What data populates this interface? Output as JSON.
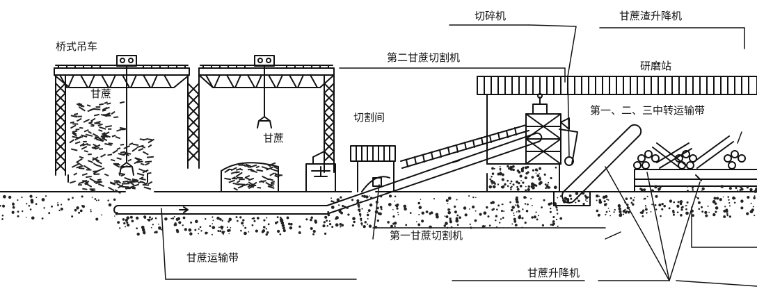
{
  "colors": {
    "ink": "#111111",
    "background": "#ffffff",
    "hatch": "#222222"
  },
  "labels": {
    "bridge_crane": "桥式吊车",
    "sugarcane_left": "甘蔗",
    "sugarcane_middle": "甘蔗",
    "cutting_room": "切割间",
    "second_cutter": "第二甘蔗切割机",
    "shredder": "切碎机",
    "bagasse_elevator": "甘蔗渣升降机",
    "mill_station": "研磨站",
    "transfer_conveyors": "第一、二、三中转运输带",
    "first_cutter": "第一甘蔗切割机",
    "cane_conveyor": "甘蔗运输带",
    "cane_elevator": "甘蔗升降机"
  }
}
